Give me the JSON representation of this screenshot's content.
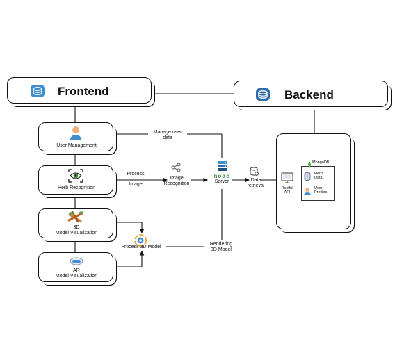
{
  "frontend": {
    "title": "Frontend",
    "icon": "stack-icon"
  },
  "backend": {
    "title": "Backend",
    "icon": "stack-icon"
  },
  "modules": [
    {
      "label": "User Management",
      "icon": "user-avatar-icon"
    },
    {
      "label": "Herb Recognition",
      "icon": "eye-scan-icon"
    },
    {
      "label_1": "3D",
      "label_2": "Model Visualization",
      "icon": "herb-bundle-icon"
    },
    {
      "label_1": "AR",
      "label_2": "Model Visualization",
      "icon": "ar-headset-icon"
    }
  ],
  "flows": {
    "manage_user_1": "Manage user",
    "manage_user_2": "data",
    "process_image_1": "Process",
    "process_image_2": "Image",
    "image_recog_1": "Image",
    "image_recog_2": "Recognition",
    "server_logo": "node",
    "server": "Server",
    "data_retrieval_1": "Data",
    "data_retrieval_2": "retrieval",
    "process_3d": "Process 3D Model",
    "rendering_1": "Rendering",
    "rendering_2": "3D Model"
  },
  "backend_panel": {
    "api_1": "Restful",
    "api_2": "API",
    "db_name": "MongoDB",
    "herb_1": "Herb",
    "herb_2": "Data",
    "user_1": "User",
    "user_2": "Profiles"
  },
  "colors": {
    "stroke": "#111111",
    "icon_blue": "#3f8fd0",
    "node_green": "#3c873a",
    "mongo_green": "#4fa94d"
  }
}
